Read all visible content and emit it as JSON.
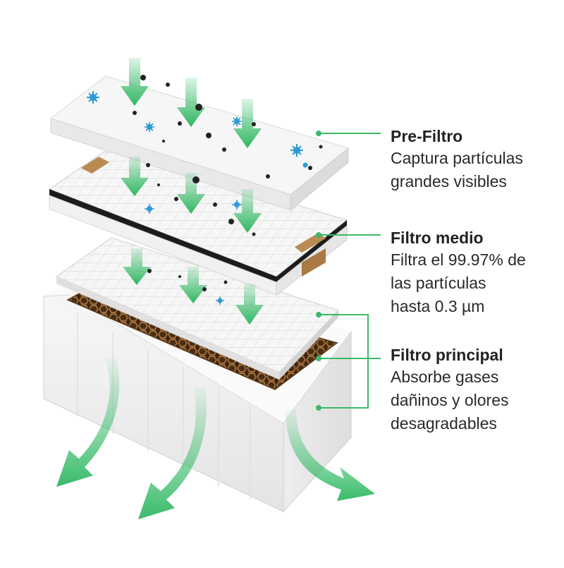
{
  "colors": {
    "arrow_green": "#2fb862",
    "leader_green": "#3cb96a",
    "particle_blue": "#2c9bd6",
    "particle_dark": "#222222",
    "honeycomb_brown": "#8a5a2b",
    "filter_white": "#f4f4f4",
    "frame_black": "#1c1c1c"
  },
  "labels": [
    {
      "id": "pre",
      "title": "Pre-Filtro",
      "lines": [
        "Captura partículas",
        "grandes visibles"
      ]
    },
    {
      "id": "medio",
      "title": "Filtro medio",
      "lines": [
        "Filtra el 99.97% de",
        "las partículas",
        "hasta 0.3 µm"
      ]
    },
    {
      "id": "principal",
      "title": "Filtro principal",
      "lines": [
        "Absorbe gases",
        "dañinos y olores",
        "desagradables"
      ]
    }
  ],
  "icons": {
    "air_in": "arrow-down-icon",
    "air_out": "curved-arrow-icon",
    "particle": "dust-particle-icon",
    "germ": "germ-icon"
  }
}
